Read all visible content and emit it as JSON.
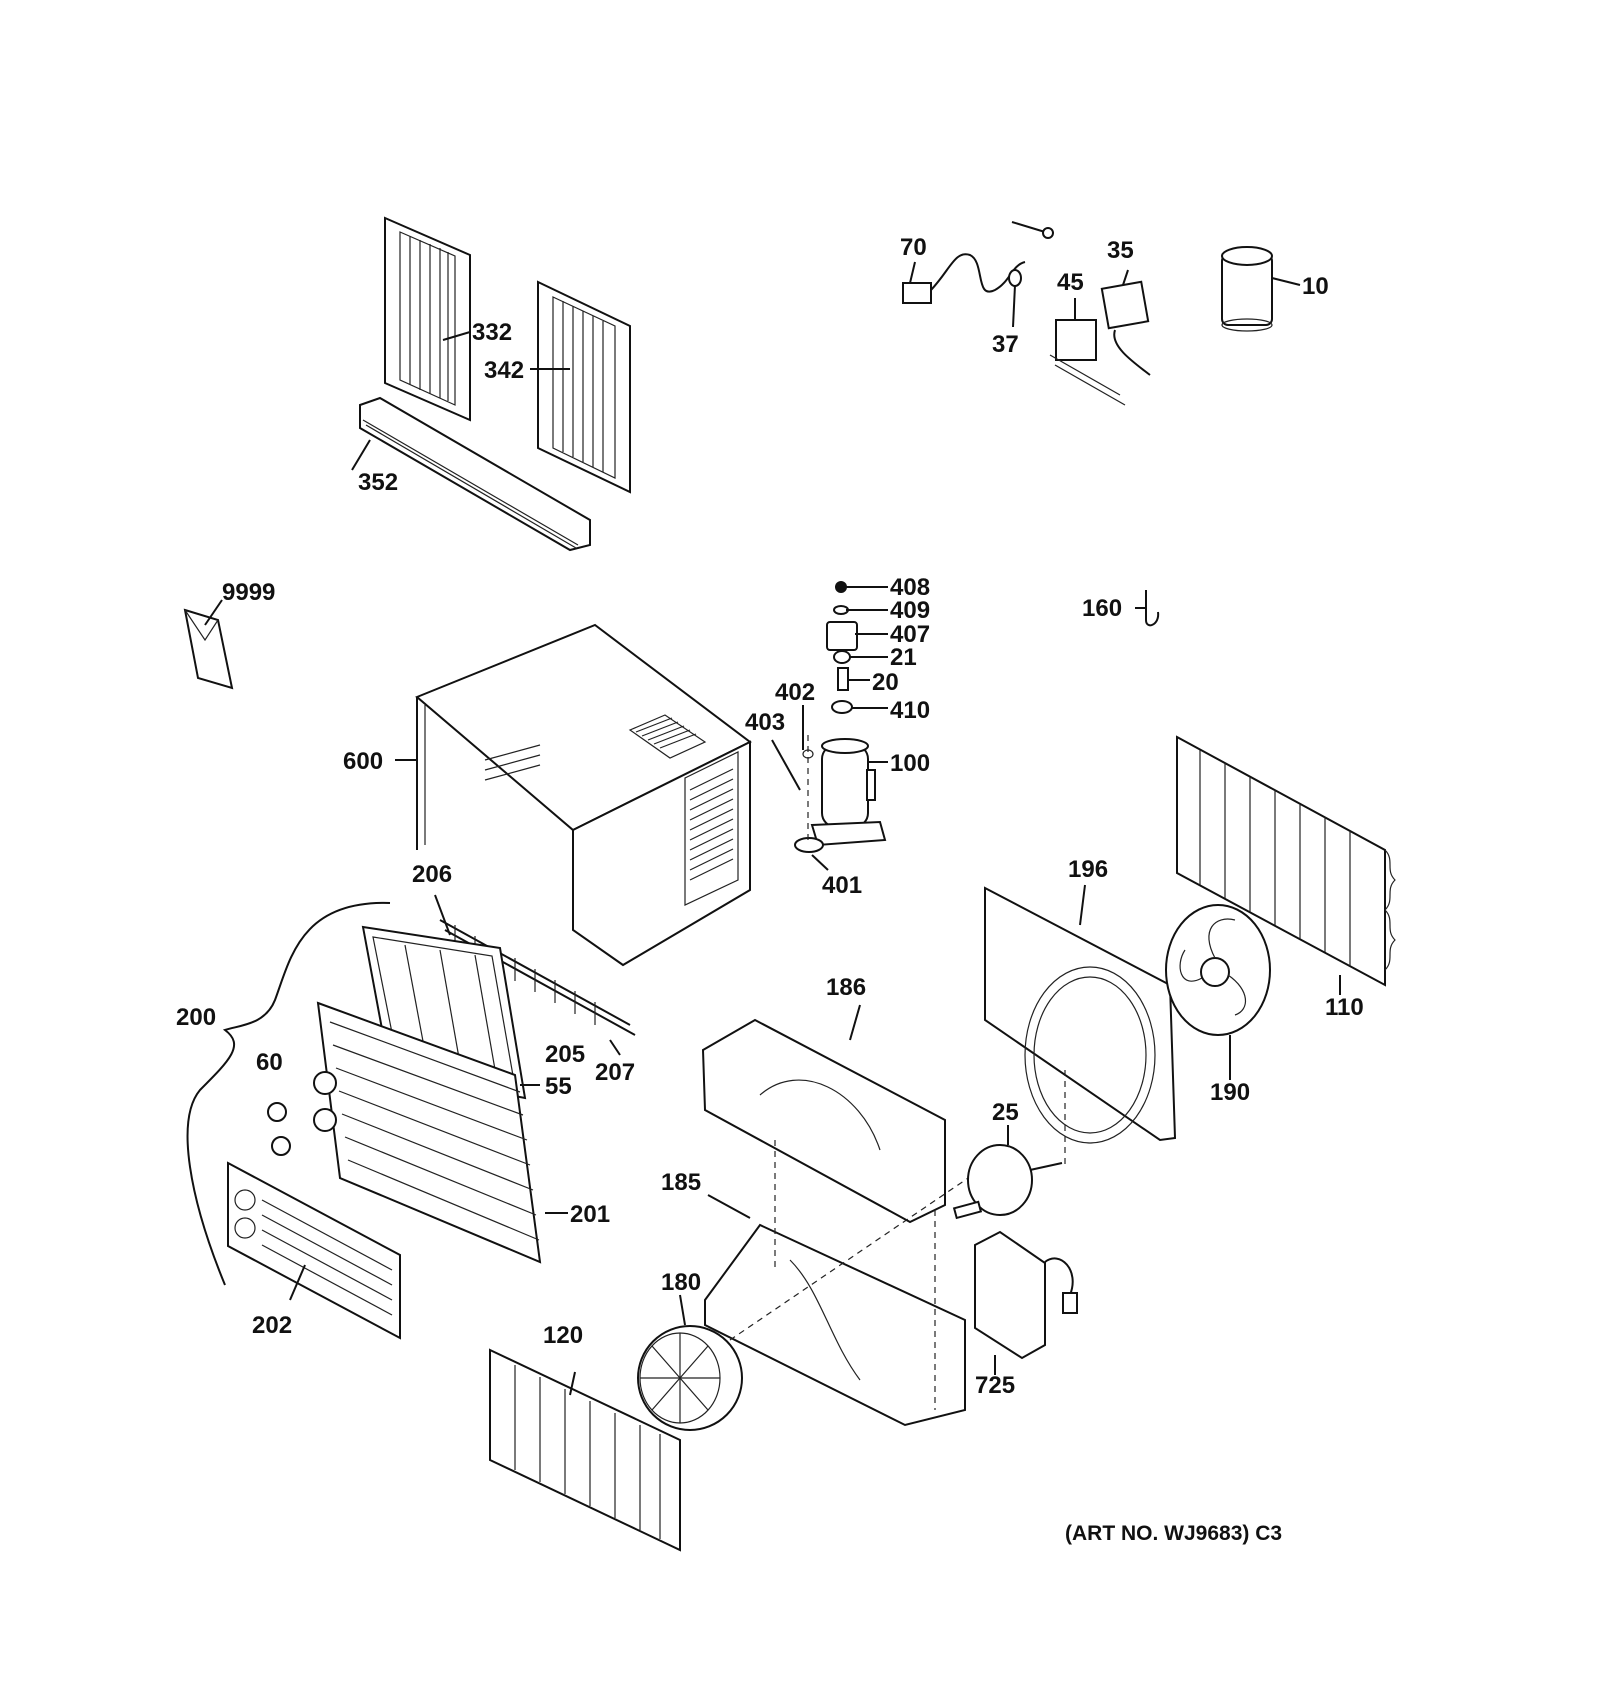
{
  "diagram": {
    "art_number": "(ART NO. WJ9683) C3",
    "part_labels": [
      "332",
      "342",
      "352",
      "70",
      "37",
      "35",
      "45",
      "10",
      "9999",
      "408",
      "409",
      "407",
      "21",
      "20",
      "410",
      "402",
      "403",
      "100",
      "401",
      "160",
      "600",
      "206",
      "200",
      "60",
      "55",
      "205",
      "207",
      "201",
      "202",
      "120",
      "186",
      "185",
      "180",
      "196",
      "190",
      "110",
      "25",
      "725"
    ],
    "parts": {
      "332": "332",
      "342": "342",
      "352": "352",
      "70": "70",
      "37": "37",
      "35": "35",
      "45": "45",
      "10": "10",
      "9999": "9999",
      "408": "408",
      "409": "409",
      "407": "407",
      "21": "21",
      "20": "20",
      "410": "410",
      "402": "402",
      "403": "403",
      "100": "100",
      "401": "401",
      "160": "160",
      "600": "600",
      "206": "206",
      "200": "200",
      "60": "60",
      "55": "55",
      "205": "205",
      "207": "207",
      "201": "201",
      "202": "202",
      "120": "120",
      "186": "186",
      "185": "185",
      "180": "180",
      "196": "196",
      "190": "190",
      "110": "110",
      "25": "25",
      "725": "725"
    }
  }
}
